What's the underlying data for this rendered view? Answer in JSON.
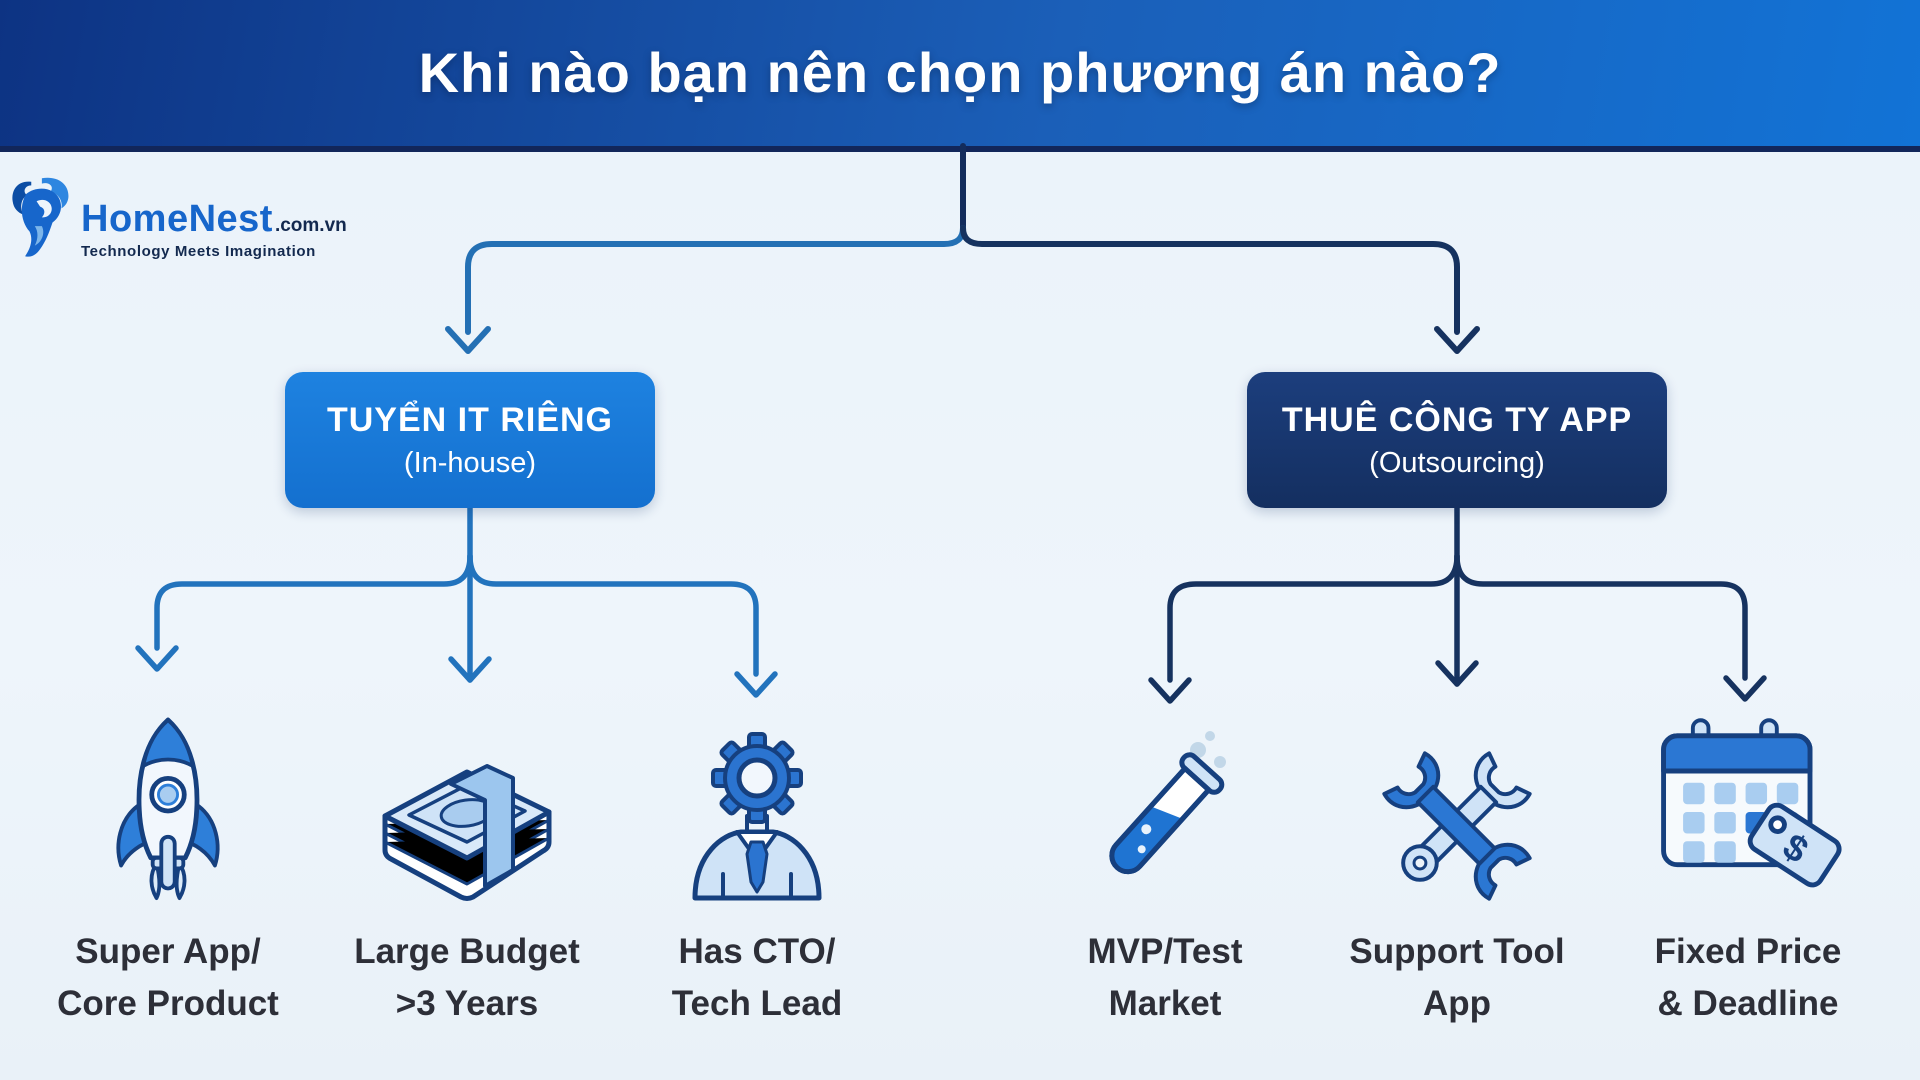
{
  "banner": {
    "title": "Khi nào bạn nên chọn phương án nào?"
  },
  "logo": {
    "name": "HomeNest",
    "domain": ".com.vn",
    "tagline": "Technology Meets Imagination"
  },
  "branches": {
    "left": {
      "title": "TUYỂN IT RIÊNG",
      "subtitle": "(In-house)",
      "box_color": "#1877d6",
      "connector_color": "#2273bd",
      "items": [
        {
          "icon": "rocket-icon",
          "line1": "Super App/",
          "line2": "Core Product"
        },
        {
          "icon": "money-stack-icon",
          "line1": "Large Budget",
          "line2": ">3 Years"
        },
        {
          "icon": "cto-gear-person-icon",
          "line1": "Has CTO/",
          "line2": "Tech Lead"
        }
      ]
    },
    "right": {
      "title": "THUÊ CÔNG TY APP",
      "subtitle": "(Outsourcing)",
      "box_color": "#16356e",
      "connector_color": "#16325f",
      "items": [
        {
          "icon": "test-tube-icon",
          "line1": "MVP/Test",
          "line2": "Market"
        },
        {
          "icon": "crossed-wrenches-icon",
          "line1": "Support Tool",
          "line2": "App"
        },
        {
          "icon": "calendar-price-tag-icon",
          "line1": "Fixed Price",
          "line2": "& Deadline",
          "tag_glyph": "$"
        }
      ]
    }
  },
  "colors": {
    "banner_gradient_start": "#0d3383",
    "banner_gradient_end": "#1273d6",
    "background": "#ecf3f9",
    "left_connector": "#2273bd",
    "right_connector": "#16325f",
    "label_text": "#2d2f38",
    "icon_blue": "#2b77d3",
    "icon_light_blue": "#cfe3f7",
    "icon_outline": "#16407f"
  }
}
